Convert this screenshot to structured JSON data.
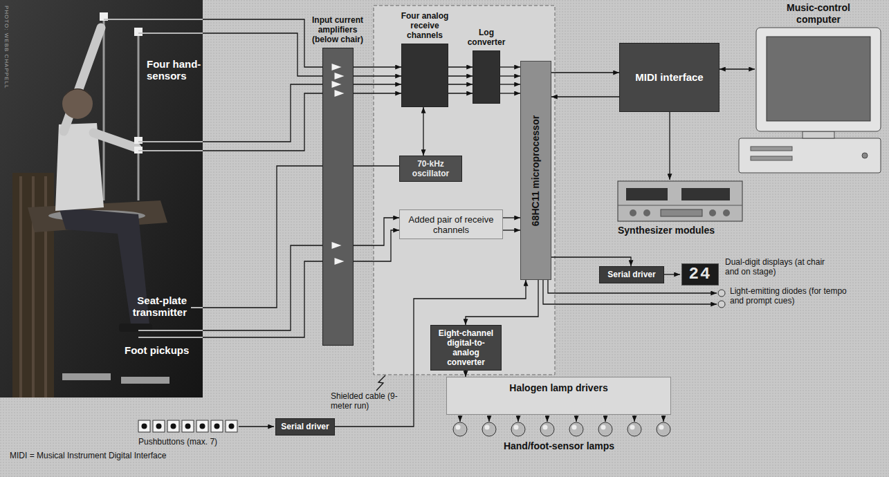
{
  "diagram": {
    "nodes": [
      {
        "text": [
          "Input current amplifiers (below chair)"
        ]
      },
      {
        "text": [
          "Four analog receive channels"
        ]
      },
      {
        "text": [
          "Log converter"
        ]
      },
      {
        "text": [
          "70-kHz oscillator"
        ]
      },
      {
        "text": [
          "Added pair of receive channels"
        ]
      },
      {
        "text": [
          "68HC11 microprocessor"
        ]
      },
      {
        "text": [
          "MIDI interface"
        ]
      },
      {
        "text": [
          "Serial driver"
        ]
      },
      {
        "text": [
          "Eight-channel digital-to-analog converter"
        ]
      },
      {
        "text": [
          "Serial driver"
        ]
      },
      {
        "text": [
          "Halogen lamp drivers"
        ]
      }
    ],
    "edges": [
      {
        "from": 0,
        "to": 1,
        "arrow": "to"
      },
      {
        "from": 0,
        "to": 1,
        "arrow": "to"
      },
      {
        "from": 0,
        "to": 1,
        "arrow": "to"
      },
      {
        "from": 0,
        "to": 1,
        "arrow": "to"
      },
      {
        "from": 1,
        "to": 2,
        "arrow": "to"
      },
      {
        "from": 1,
        "to": 2,
        "arrow": "to"
      },
      {
        "from": 1,
        "to": 2,
        "arrow": "to"
      },
      {
        "from": 1,
        "to": 2,
        "arrow": "to"
      },
      {
        "from": 2,
        "to": 5,
        "arrow": "to"
      },
      {
        "from": 2,
        "to": 5,
        "arrow": "to"
      },
      {
        "from": 2,
        "to": 5,
        "arrow": "to"
      },
      {
        "from": 2,
        "to": 5,
        "arrow": "to"
      },
      {
        "from": 3,
        "to": 1,
        "arrow": "both"
      },
      {
        "from": 0,
        "to": 4,
        "arrow": "to"
      },
      {
        "from": 0,
        "to": 4,
        "arrow": "to"
      },
      {
        "from": 4,
        "to": 5,
        "arrow": "to"
      },
      {
        "from": 4,
        "to": 5,
        "arrow": "to"
      },
      {
        "from": 5,
        "to": 6,
        "arrow": "to"
      },
      {
        "from": 6,
        "to": 5,
        "arrow": "to"
      },
      {
        "from": 5,
        "to": 7,
        "arrow": "to"
      },
      {
        "from": 5,
        "to": 8,
        "arrow": "to"
      },
      {
        "from": 9,
        "to": 5,
        "arrow": "to"
      },
      {
        "from": 8,
        "to": 10,
        "arrow": "to"
      }
    ],
    "labels": [
      "PHOTO: WEBB CHAPPELL",
      "Four hand-sensors",
      "Seat-plate transmitter",
      "Foot pickups",
      "Music-control computer",
      "Synthesizer modules",
      "24",
      "Dual-digit displays (at chair and on stage)",
      "Light-emitting diodes (for tempo and prompt cues)",
      "Shielded cable (9-meter run)",
      "Pushbuttons (max. 7)",
      "Hand/foot-sensor lamps",
      "MIDI = Musical Instrument Digital Interface"
    ]
  }
}
